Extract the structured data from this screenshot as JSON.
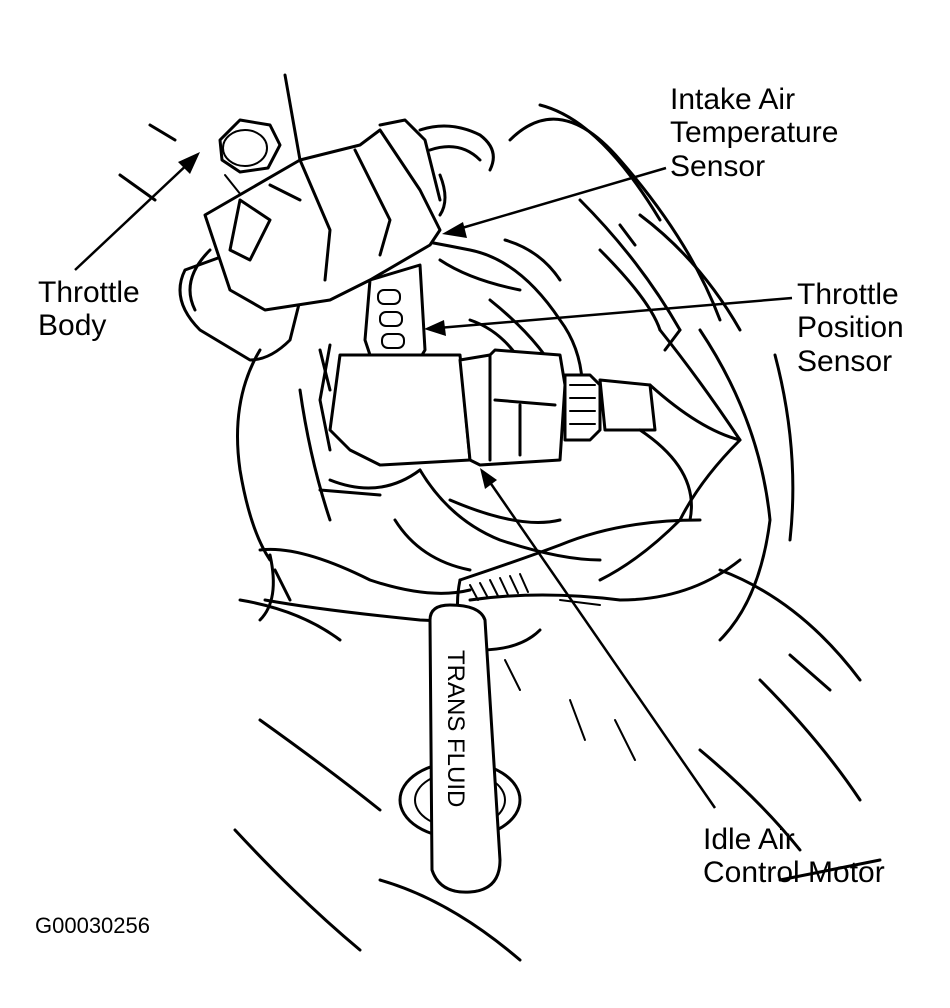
{
  "labels": {
    "throttle_body": [
      "Throttle",
      "Body"
    ],
    "intake_air_temperature_sensor": [
      "Intake Air",
      "Temperature",
      "Sensor"
    ],
    "throttle_position_sensor": [
      "Throttle",
      "Position",
      "Sensor"
    ],
    "idle_air_control_motor": [
      "Idle Air",
      "Control Motor"
    ]
  },
  "dipstick_text": "TRANS FLUID",
  "figure_code": "G00030256",
  "colors": {
    "ink": "#000000",
    "paper": "#ffffff"
  }
}
